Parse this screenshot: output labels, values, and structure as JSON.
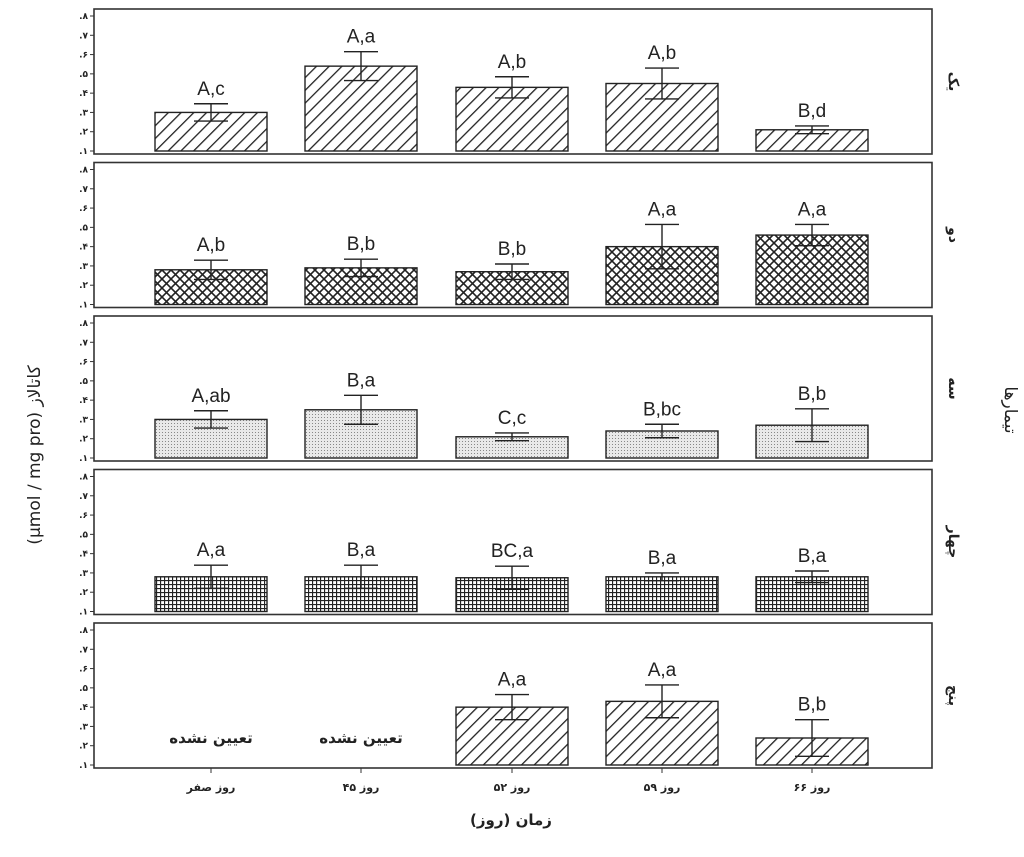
{
  "chart_data": {
    "type": "bar",
    "categories": [
      "روز صفر",
      "روز ۴۵",
      "روز ۵۲",
      "روز ۵۹",
      "روز ۶۶"
    ],
    "xlabel": "زمان (روز)",
    "ylabel": "کاتالاز (µmol / mg pro)",
    "group_label": "تیمارها",
    "ylim": [
      0.1,
      0.8
    ],
    "yticks": [
      0.1,
      0.2,
      0.3,
      0.4,
      0.5,
      0.6,
      0.7,
      0.8
    ],
    "ytick_labels": [
      ".۱",
      ".۲",
      ".۳",
      ".۴",
      ".۵",
      ".۶",
      ".۷",
      ".۸"
    ],
    "not_determined_label": "تعیین نشده",
    "panels": [
      {
        "name": "یک",
        "pattern": "diag-wide",
        "values": [
          0.3,
          0.54,
          0.43,
          0.45,
          0.21
        ],
        "errors": [
          0.045,
          0.075,
          0.055,
          0.08,
          0.02
        ],
        "labels": [
          "A,c",
          "A,a",
          "A,b",
          "A,b",
          "B,d"
        ]
      },
      {
        "name": "دو",
        "pattern": "crosshatch",
        "values": [
          0.28,
          0.29,
          0.27,
          0.4,
          0.46
        ],
        "errors": [
          0.05,
          0.045,
          0.04,
          0.115,
          0.055
        ],
        "labels": [
          "A,b",
          "B,b",
          "B,b",
          "A,a",
          "A,a"
        ]
      },
      {
        "name": "سه",
        "pattern": "dots",
        "values": [
          0.3,
          0.35,
          0.21,
          0.24,
          0.27
        ],
        "errors": [
          0.045,
          0.075,
          0.02,
          0.035,
          0.085
        ],
        "labels": [
          "A,ab",
          "B,a",
          "C,c",
          "B,bc",
          "B,b"
        ]
      },
      {
        "name": "چهار",
        "pattern": "grid",
        "values": [
          0.28,
          0.28,
          0.275,
          0.28,
          0.28
        ],
        "errors": [
          0.06,
          0.06,
          0.06,
          0.02,
          0.03
        ],
        "labels": [
          "A,a",
          "B,a",
          "BC,a",
          "B,a",
          "B,a"
        ]
      },
      {
        "name": "پنج",
        "pattern": "diag-wide",
        "values": [
          null,
          null,
          0.4,
          0.43,
          0.24
        ],
        "errors": [
          null,
          null,
          0.065,
          0.085,
          0.095
        ],
        "labels": [
          "",
          "",
          "A,a",
          "A,a",
          "B,b"
        ]
      }
    ]
  }
}
